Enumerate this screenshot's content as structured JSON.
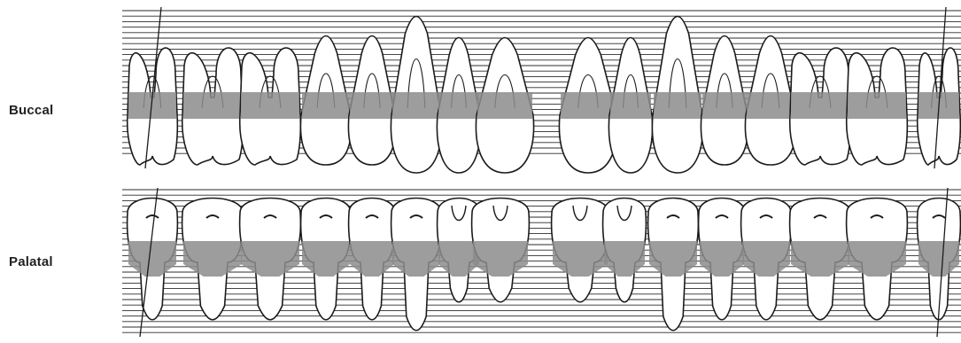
{
  "labels": {
    "buccal": "Buccal",
    "palatal": "Palatal"
  },
  "chart": {
    "buccal_teeth": [
      "molar",
      "molar",
      "molar",
      "premolar",
      "premolar",
      "canine",
      "lateral-incisor",
      "central-incisor",
      "central-incisor",
      "lateral-incisor",
      "canine",
      "premolar",
      "premolar",
      "molar",
      "molar",
      "molar"
    ],
    "palatal_teeth": [
      "molar",
      "molar",
      "molar",
      "premolar",
      "premolar",
      "canine",
      "lateral-incisor",
      "central-incisor",
      "central-incisor",
      "lateral-incisor",
      "canine",
      "premolar",
      "premolar",
      "molar",
      "molar",
      "molar"
    ],
    "colors": {
      "outline": "#1b1b1b",
      "band": "#8c8c8c",
      "band_light": "#a8a8a8",
      "lines": "#2b2b2b",
      "background": "#ffffff"
    }
  }
}
